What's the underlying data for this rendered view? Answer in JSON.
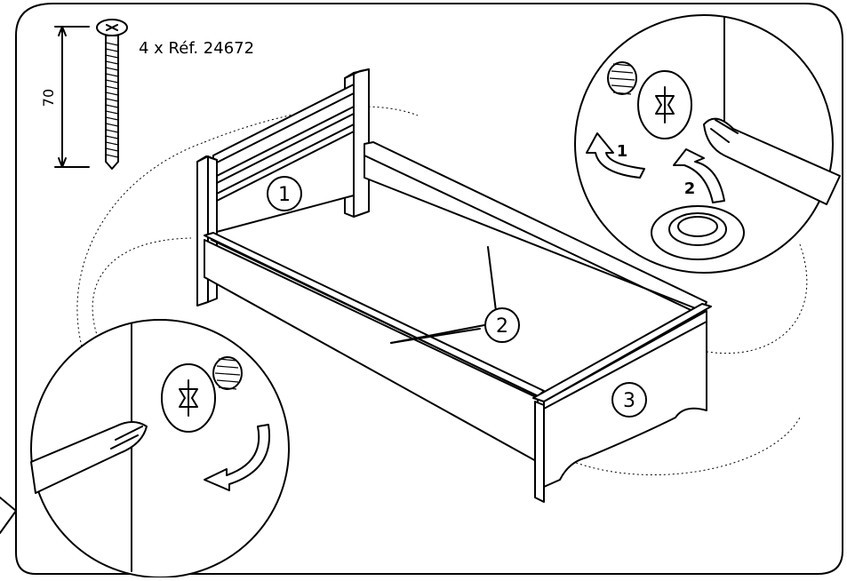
{
  "screw": {
    "length": "70",
    "quantity_ref": "4 x Réf. 24672"
  },
  "callouts": {
    "headboard": "1",
    "side_rails": "2",
    "footboard": "3"
  },
  "detail_top_right": {
    "step_one": "1",
    "step_two": "2"
  },
  "icons": [
    "screw-icon",
    "screwdriver-icon",
    "rotate-arrow-icon",
    "screw-cap-icon"
  ]
}
